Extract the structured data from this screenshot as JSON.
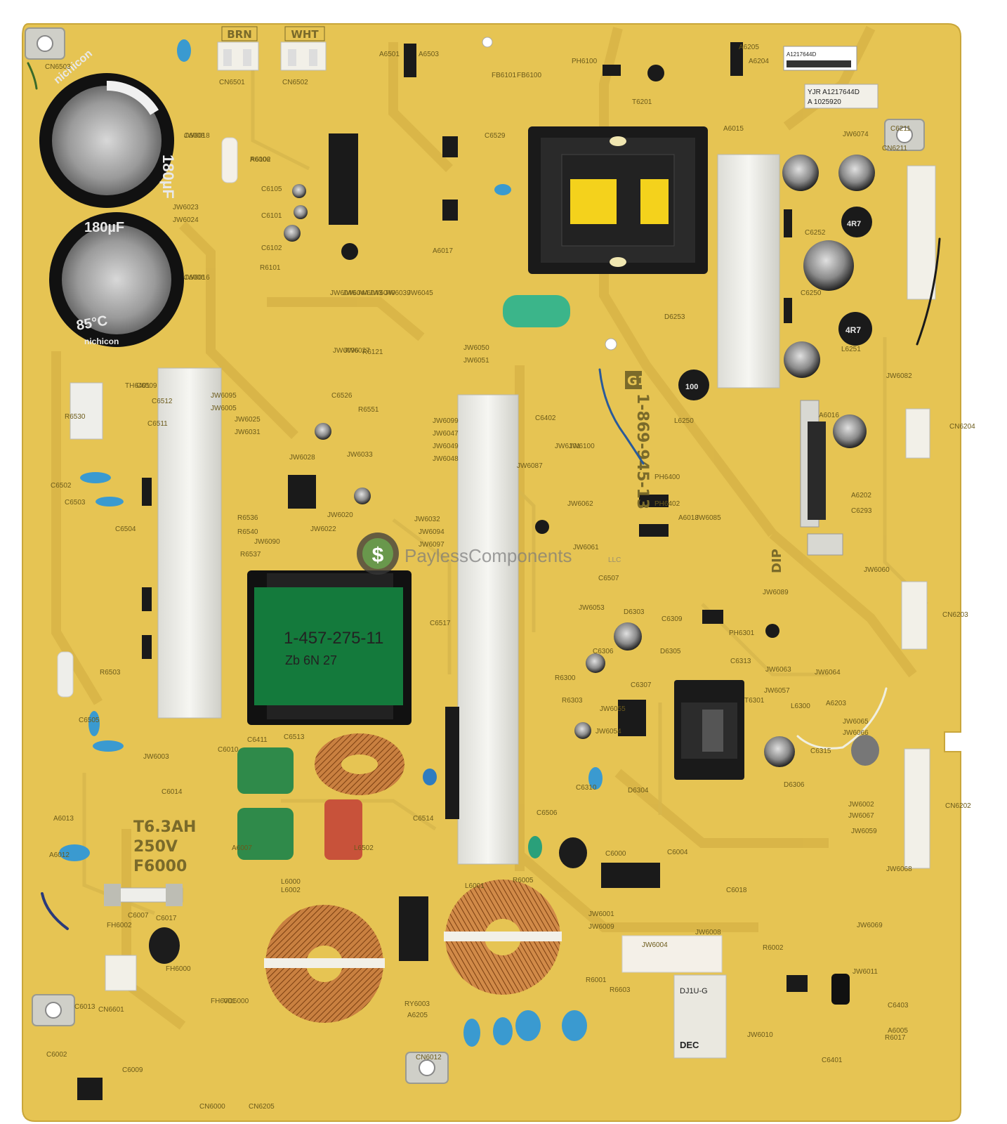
{
  "board": {
    "part_number": "1-869-945-13",
    "marker": "G1",
    "connectors": [
      "CN6501",
      "CN6502",
      "CN6503",
      "CN6204",
      "CN6202",
      "CN6203",
      "CN6205",
      "CN6012",
      "CN6000",
      "CN6601",
      "CN6211"
    ],
    "wire_colors": {
      "left": "BRN",
      "right": "WHT"
    },
    "fuse": {
      "line1": "T6.3AH",
      "line2": "250V",
      "line3": "F6000"
    },
    "dip_label": "DIP",
    "board_color": "#e6c453"
  },
  "labels": {
    "tl1": "YJR A1217644D",
    "tl2": "A 1025920",
    "sticker": "A1217644D"
  },
  "transformer": {
    "line1": "1-457-275-11",
    "line2": "Zb 6N 27"
  },
  "capacitors": {
    "top": {
      "value": "180µF",
      "brand": "nichicon"
    },
    "bottom": {
      "value": "180µF",
      "temp": "85°C",
      "brand": "nichicon"
    },
    "smd": [
      "4R7",
      "4R7",
      "100"
    ]
  },
  "relay": {
    "brand": "DEC",
    "model": "DJ1U-G"
  },
  "components": [
    "C6008",
    "C6006",
    "R6102",
    "JW6023",
    "JW6024",
    "R6101",
    "C6101",
    "C6102",
    "C6105",
    "A6017",
    "PH6100",
    "T6201",
    "C6529",
    "FB6101",
    "FB6100",
    "A6501",
    "A6503",
    "A6205",
    "A6204",
    "JW6074",
    "A6015",
    "C6211",
    "C6252",
    "C6250",
    "L6250",
    "D6253",
    "JW6082",
    "L6251",
    "R6530",
    "C6502",
    "C6503",
    "C6504",
    "C6505",
    "R6503",
    "JW6003",
    "JW6095",
    "JW6005",
    "JW6025",
    "JW6031",
    "JW6028",
    "JW6033",
    "R6536",
    "R6540",
    "JW6090",
    "R6537",
    "JW6022",
    "JW6020",
    "R6551",
    "C6526",
    "R6121",
    "JW6050",
    "JW6051",
    "JW6046",
    "JW6044",
    "JW6043",
    "JW6040",
    "JW6039",
    "JW6045",
    "JW6096",
    "JW6027",
    "JW6099",
    "JW6047",
    "JW6049",
    "JW6048",
    "JW6032",
    "JW6094",
    "JW6097",
    "JW6087",
    "JW6101",
    "JW6100",
    "JW6062",
    "JW6061",
    "PH6400",
    "PH6402",
    "JW6085",
    "A6018",
    "JW6089",
    "A6016",
    "C6293",
    "A6202",
    "JW6060",
    "D6303",
    "C6309",
    "D6305",
    "PH6301",
    "C6313",
    "JW6063",
    "JW6064",
    "JW6057",
    "A6203",
    "L6300",
    "JW6065",
    "JW6066",
    "C6315",
    "D6306",
    "T6301",
    "D6304",
    "C6310",
    "C6306",
    "C6307",
    "R6303",
    "R6300",
    "JW6055",
    "JW6054",
    "JW6053",
    "C6507",
    "C6402",
    "C6411",
    "C6513",
    "C6517",
    "L6502",
    "C6514",
    "C6506",
    "C6000",
    "C6004",
    "C6018",
    "R6005",
    "L6000",
    "L6002",
    "L6001",
    "JW6001",
    "JW6009",
    "JW6008",
    "JW6004",
    "R6002",
    "R6603",
    "R6001",
    "JW6002",
    "JW6067",
    "JW6059",
    "JW6068",
    "JW6069",
    "JW6011",
    "C6403",
    "C6401",
    "JW6010",
    "R6017",
    "RY6003",
    "A6205",
    "C6007",
    "C6017",
    "FH6002",
    "FH6000",
    "FH6001",
    "VD6000",
    "C6009",
    "C6002",
    "C6013",
    "A6013",
    "A6012",
    "C6014",
    "C6010",
    "A6007",
    "C6512",
    "C6511",
    "C6509",
    "TH6401",
    "A6005",
    "JW6018",
    "JW6016",
    "A6006"
  ],
  "watermark": {
    "text": "PaylessComponents",
    "suffix": "LLC",
    "symbol": "$"
  }
}
